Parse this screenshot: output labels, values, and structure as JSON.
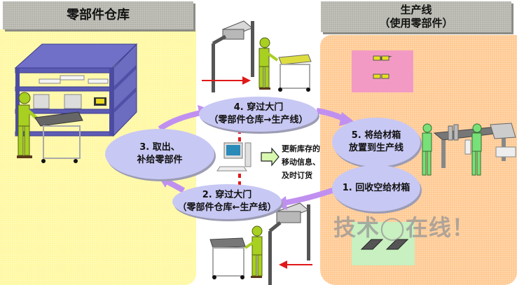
{
  "diagram": {
    "warehouse": {
      "title": "零部件仓库"
    },
    "production_line": {
      "title_line1": "生产线",
      "title_line2": "（使用零部件）"
    },
    "steps": [
      {
        "number": "1",
        "label_line1": "1. 回收空给材箱",
        "label_line2": ""
      },
      {
        "number": "2",
        "label_line1": "2. 穿过大门",
        "label_line2": "（零部件仓库←生产线）"
      },
      {
        "number": "3",
        "label_line1": "3. 取出、",
        "label_line2": "补给零部件"
      },
      {
        "number": "4",
        "label_line1": "4. 穿过大门",
        "label_line2": "（零部件仓库→生产线）"
      },
      {
        "number": "5",
        "label_line1": "5. 将给材箱",
        "label_line2": "放置到生产线"
      }
    ],
    "system_info": {
      "line1": "更新库存的",
      "line2": "移动信息、",
      "line3": "及时订货"
    },
    "watermark": "技术◯在线！",
    "colors": {
      "warehouse_bg": "#fff8a0",
      "line_bg": "#ffc890",
      "header_bg": "#b4b4ac",
      "ellipse_fill": "#c8c8f4",
      "cycle_arrow": "#c090f0",
      "direction_arrow": "#e01818",
      "shelf": "#5c5cb4",
      "worker_warehouse": "#a8d020",
      "worker_line": "#78e078",
      "pink_area": "#f39ac4",
      "green_area": "#c8f0c0"
    },
    "icons": [
      "shelf-icon",
      "worker-icon",
      "cart-icon",
      "gate-sensor-icon",
      "computer-icon",
      "arrow-right-icon",
      "production-line-icon",
      "parts-tray-icon"
    ]
  }
}
